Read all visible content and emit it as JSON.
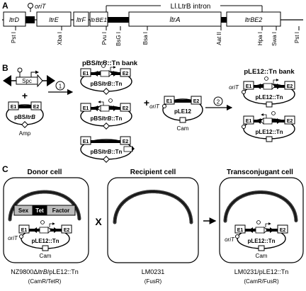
{
  "panel_labels": {
    "a": "A",
    "b": "B",
    "c": "C"
  },
  "panel_a": {
    "intron_label": "Ll.LtrB intron",
    "orit_label": "oriT",
    "genes": [
      "ltrD",
      "ltrE",
      "ltrF",
      "ltrBE1",
      "ltrA",
      "ltrBE2"
    ],
    "sites": [
      "Pst I",
      "Xba I",
      "Pvu I",
      "BsG I",
      "Bsa I",
      "Aat II",
      "Hpa I",
      "Swa I",
      "Pst I"
    ]
  },
  "panel_b": {
    "spc": "Spc",
    "plasmid_bs": "pBSltrB",
    "plasmid_bs_italic": "ltrB",
    "plasmid_bs_prefix": "pBS",
    "amp": "Amp",
    "e1": "E1",
    "e2": "E2",
    "step1": "1",
    "step2": "2",
    "bank1_title_prefix": "pBS",
    "bank1_title_italic": "ltrB",
    "bank1_title_suffix": "::Tn bank",
    "bank1_plasmid_prefix": "pBS",
    "bank1_plasmid_italic": "ltrB",
    "bank1_plasmid_suffix": "::Tn",
    "plus": "+",
    "orit": "oriT",
    "ple12": "pLE12",
    "cam": "Cam",
    "bank2_title": "pLE12::Tn bank",
    "bank2_plasmid": "pLE12::Tn"
  },
  "panel_c": {
    "donor_title": "Donor cell",
    "recipient_title": "Recipient cell",
    "transconj_title": "Transconjugant cell",
    "sex": "Sex",
    "tet": "Tet",
    "factor": "Factor",
    "orit": "oriT",
    "e1": "E1",
    "e2": "E2",
    "plasmid": "pLE12::Tn",
    "cam": "Cam",
    "cross": "X",
    "donor_strain_prefix": "NZ9800Δ",
    "donor_strain_italic": "ltrB",
    "donor_strain_suffix": "/pLE12::Tn",
    "donor_res": "(CamR/TetR)",
    "recipient_strain": "LM0231",
    "recipient_res": "(FusR)",
    "transconj_strain": "LM0231/pLE12::Tn",
    "transconj_res": "(CamR/FusR)"
  }
}
